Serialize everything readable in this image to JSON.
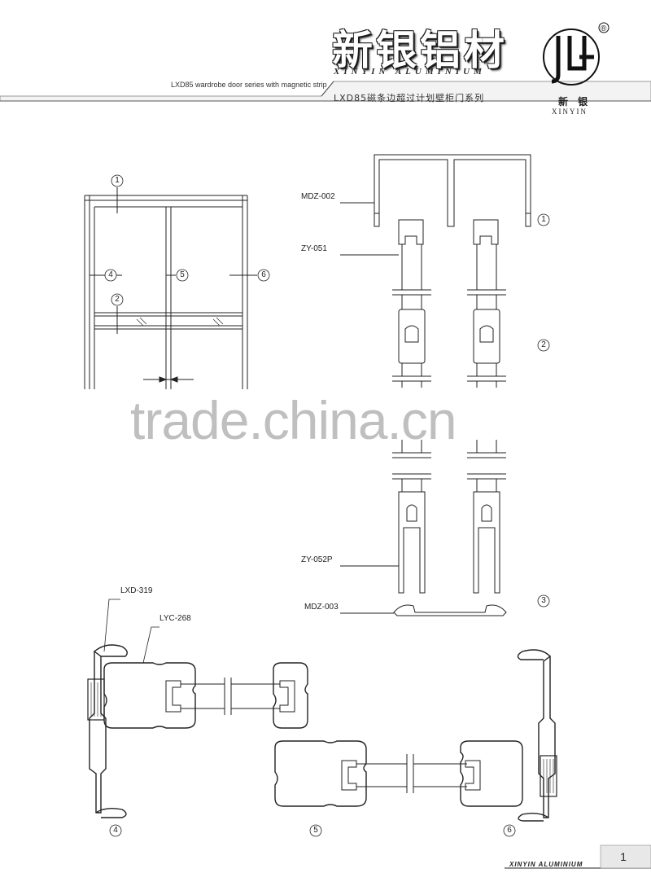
{
  "header": {
    "brand_cn": "新银铝材",
    "brand_en": "XINYIN ALUMINIUM",
    "series_en": "LXD85 wardrobe door series with magnetic strip",
    "series_cn": "LXD85磁条边超过计划壁柜门系列",
    "logo_cn": "新 银",
    "logo_en": "XINYIN",
    "registered_mark": "®"
  },
  "door_elevation": {
    "markers": [
      "1",
      "2",
      "4",
      "5",
      "6"
    ]
  },
  "vertical_section": {
    "profiles": [
      "MDZ-002",
      "ZY-051",
      "ZY-052P",
      "MDZ-003"
    ],
    "markers": [
      "1",
      "2",
      "3"
    ]
  },
  "horizontal_section": {
    "profiles": [
      "LXD-319",
      "LYC-268"
    ],
    "markers": [
      "4",
      "5",
      "6"
    ]
  },
  "watermark": "trade.china.cn",
  "footer": {
    "brand": "XINYIN ALUMINIUM",
    "page_number": "1"
  },
  "colors": {
    "line": "#222222",
    "watermark": "#b9b9b9"
  }
}
